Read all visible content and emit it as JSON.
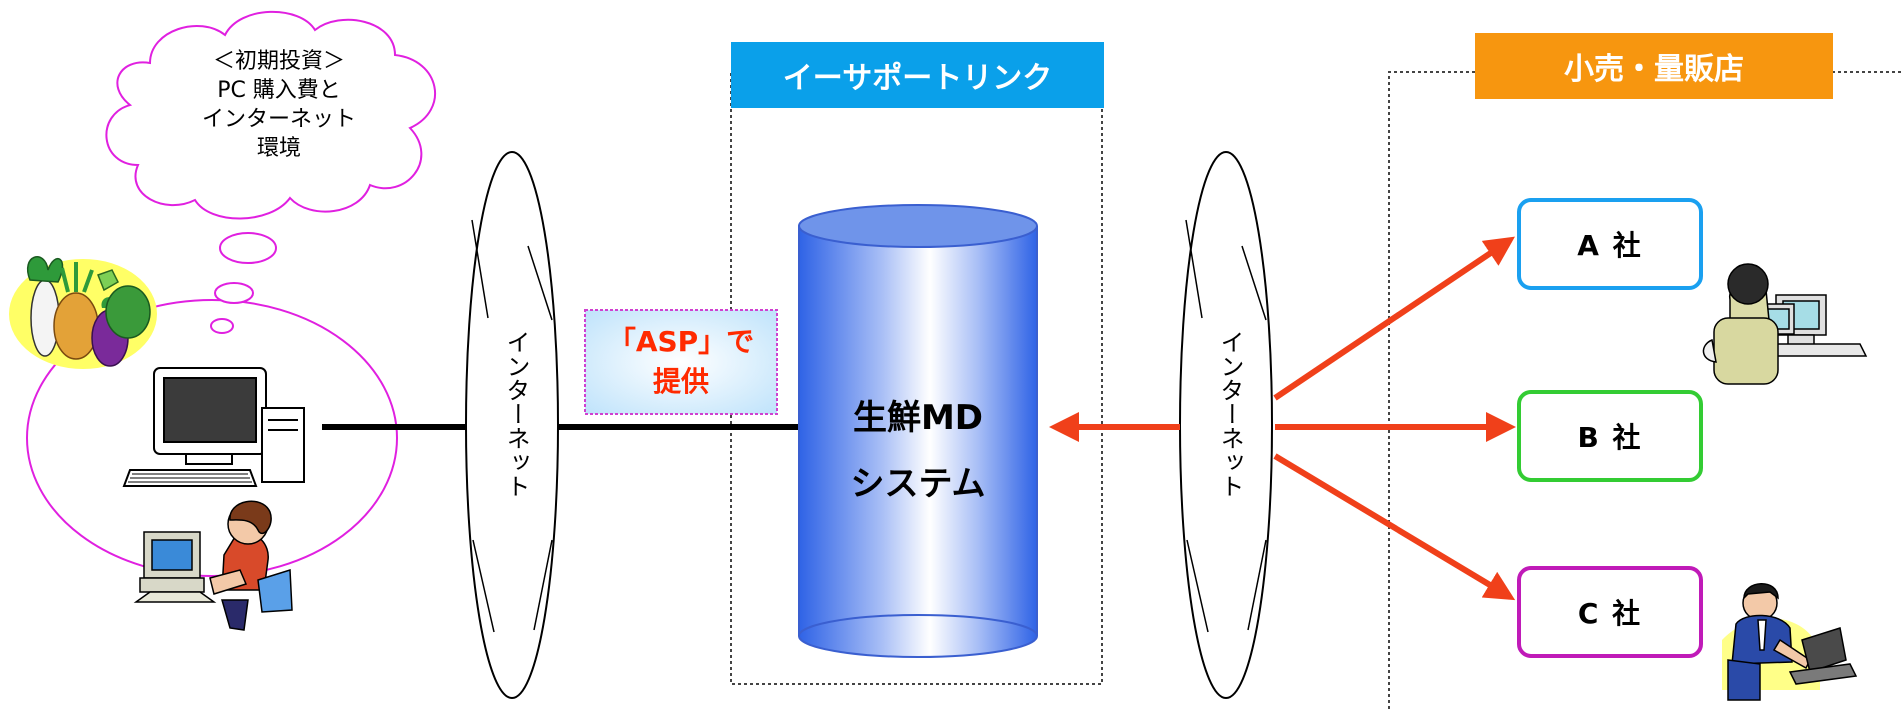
{
  "cloud": {
    "lines": [
      "＜初期投資＞",
      "PC 購入費と",
      "インターネット",
      "環境"
    ]
  },
  "esupport": {
    "title": "イーサポートリンク"
  },
  "retail": {
    "title": "小売・量販店"
  },
  "asp": {
    "line1": "「ASP」で",
    "line2": "提供"
  },
  "database": {
    "line1": "生鮮MD",
    "line2": "システム"
  },
  "internet_left": {
    "label": "インターネット"
  },
  "internet_right": {
    "label": "インターネット"
  },
  "companies": [
    "A 社",
    "B 社",
    "C 社"
  ],
  "colors": {
    "blue_header": "#0aa0ea",
    "orange_header": "#f7960f",
    "red_arrow": "#f0401a",
    "cloud_magenta": "#e020e0",
    "company_a": "#1aa0f0",
    "company_b": "#33cc33",
    "company_c": "#c01ab8",
    "asp_red": "#ff2a00"
  },
  "icons": [
    "vegetables-icon",
    "desktop-computer-icon",
    "woman-at-computer-icon",
    "man-at-computer-icon",
    "businessman-at-laptop-icon",
    "database-cylinder-icon"
  ]
}
